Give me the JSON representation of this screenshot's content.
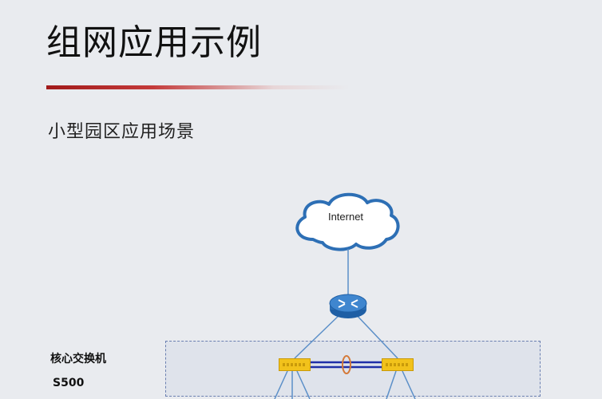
{
  "slide": {
    "title": "组网应用示例",
    "subtitle": "小型园区应用场景"
  },
  "diagram": {
    "internet_label": "Internet",
    "core_label": "核心交换机",
    "core_model": "S500"
  },
  "colors": {
    "accent": "#a11a1a",
    "link": "#5b8fc8",
    "router": "#2d6fb5",
    "switch": "#f2c21b",
    "stack_link": "#1f2fa8",
    "lag_ring": "#d47a3a"
  }
}
